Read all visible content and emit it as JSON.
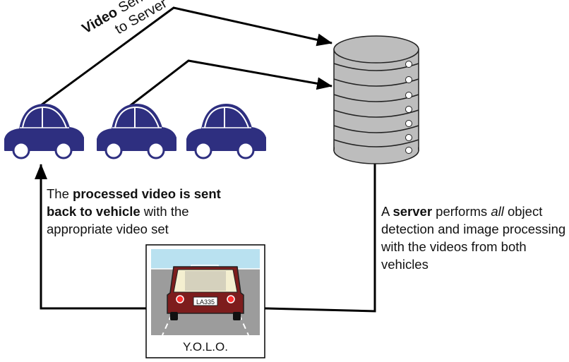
{
  "labels": {
    "video_bold": "Video",
    "video_rest": " Sent",
    "video_line2": "to Server",
    "return_part1": "The ",
    "return_bold": "processed video is sent back to vehicle",
    "return_part2": " with the appropriate video set",
    "server_part1": "A ",
    "server_bold": "server",
    "server_part2": " performs ",
    "server_italic": "all",
    "server_part3": " object detection and image processing with the videos from both vehicles",
    "yolo_caption": "Y.O.L.O.",
    "license_plate": "LA335"
  },
  "colors": {
    "car_fill": "#2e2f80",
    "server_fill": "#bdbdbd",
    "arrow": "#000000",
    "sky": "#b9e1f0",
    "road": "#9c9c9c",
    "front_car": "#7d1d1d"
  },
  "icons": [
    "car-icon",
    "server-database-icon",
    "yolo-detection-image"
  ]
}
